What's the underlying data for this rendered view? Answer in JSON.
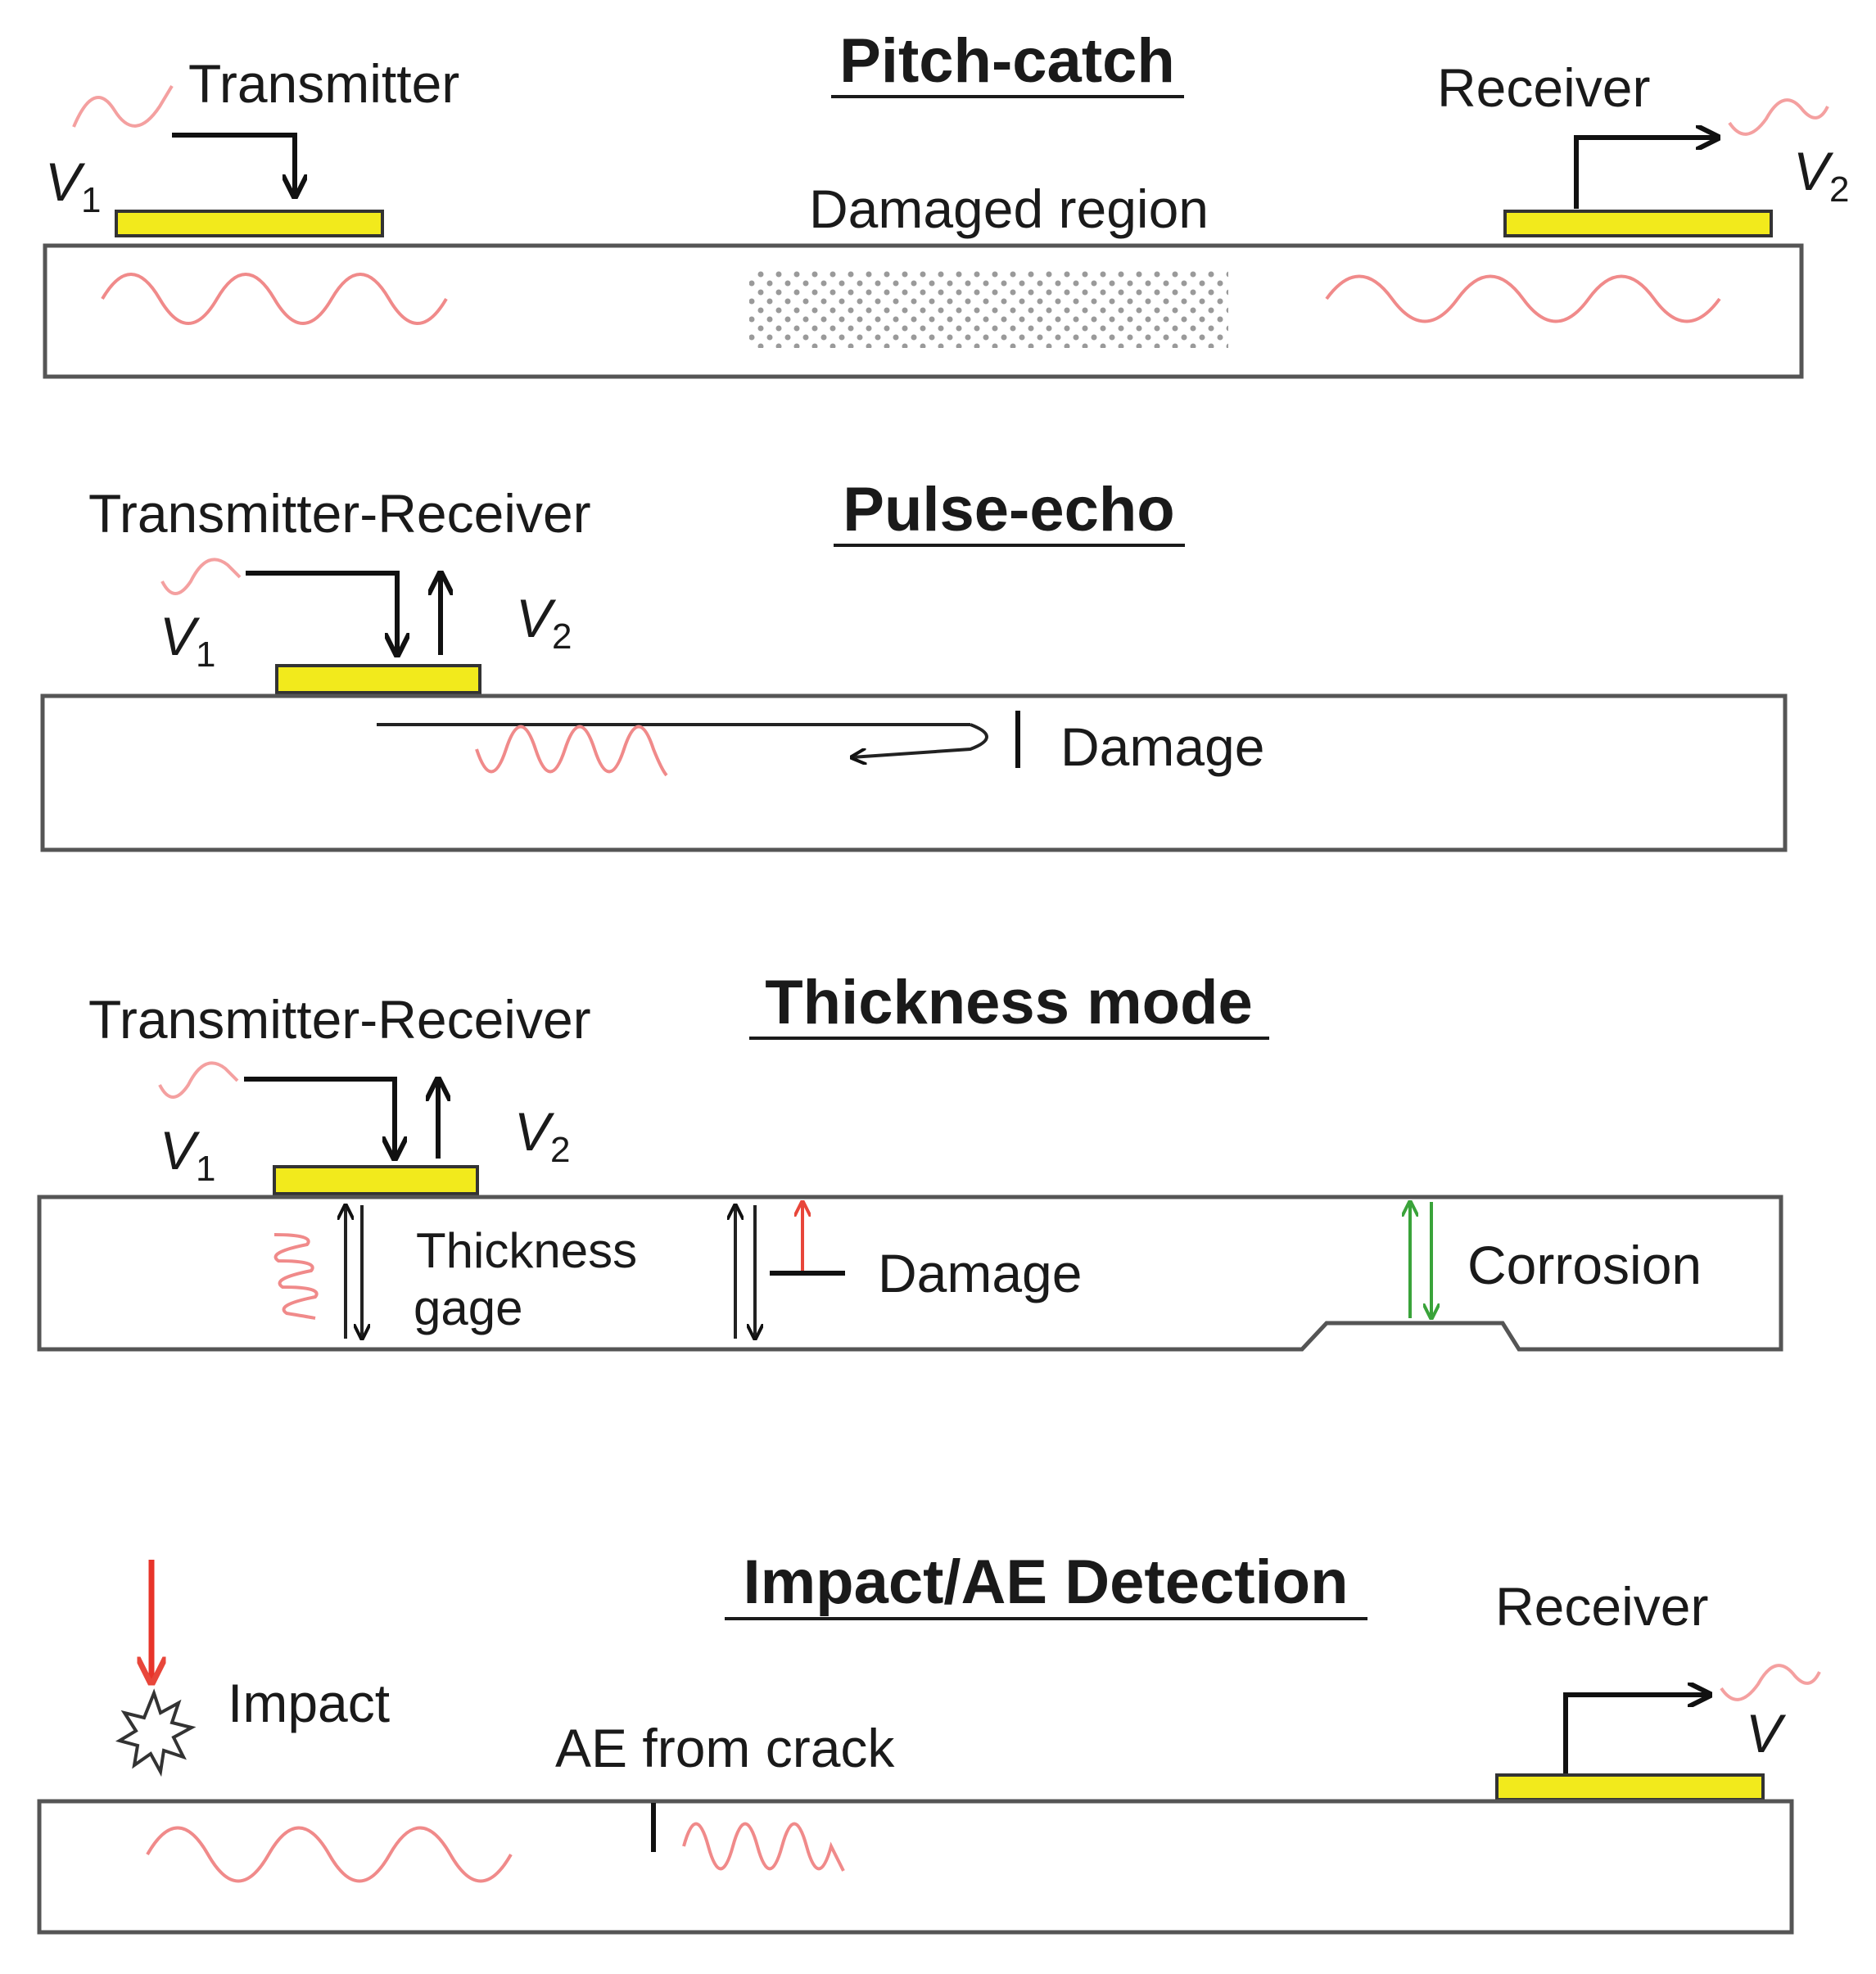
{
  "colors": {
    "sensor": "#f2ea1c",
    "wave": "#f08a8a",
    "damage_arrow": "#e8463a",
    "corrosion_arrow": "#3aa33a",
    "impact_arrow": "#e8342a",
    "plate_stroke": "#555555"
  },
  "panels": {
    "pitch_catch": {
      "title": "Pitch-catch",
      "transmitter": "Transmitter",
      "receiver": "Receiver",
      "damaged_region": "Damaged region",
      "v_in": "V",
      "v_in_sub": "1",
      "v_out": "V",
      "v_out_sub": "2"
    },
    "pulse_echo": {
      "title": "Pulse-echo",
      "transceiver": "Transmitter-Receiver",
      "damage": "Damage",
      "v_in": "V",
      "v_in_sub": "1",
      "v_out": "V",
      "v_out_sub": "2"
    },
    "thickness_mode": {
      "title": "Thickness mode",
      "transceiver": "Transmitter-Receiver",
      "thickness_gage_line1": "Thickness",
      "thickness_gage_line2": "gage",
      "damage": "Damage",
      "corrosion": "Corrosion",
      "v_in": "V",
      "v_in_sub": "1",
      "v_out": "V",
      "v_out_sub": "2"
    },
    "impact_ae": {
      "title": "Impact/AE Detection",
      "receiver": "Receiver",
      "impact": "Impact",
      "ae_from_crack": "AE from crack",
      "v_out": "V"
    }
  }
}
